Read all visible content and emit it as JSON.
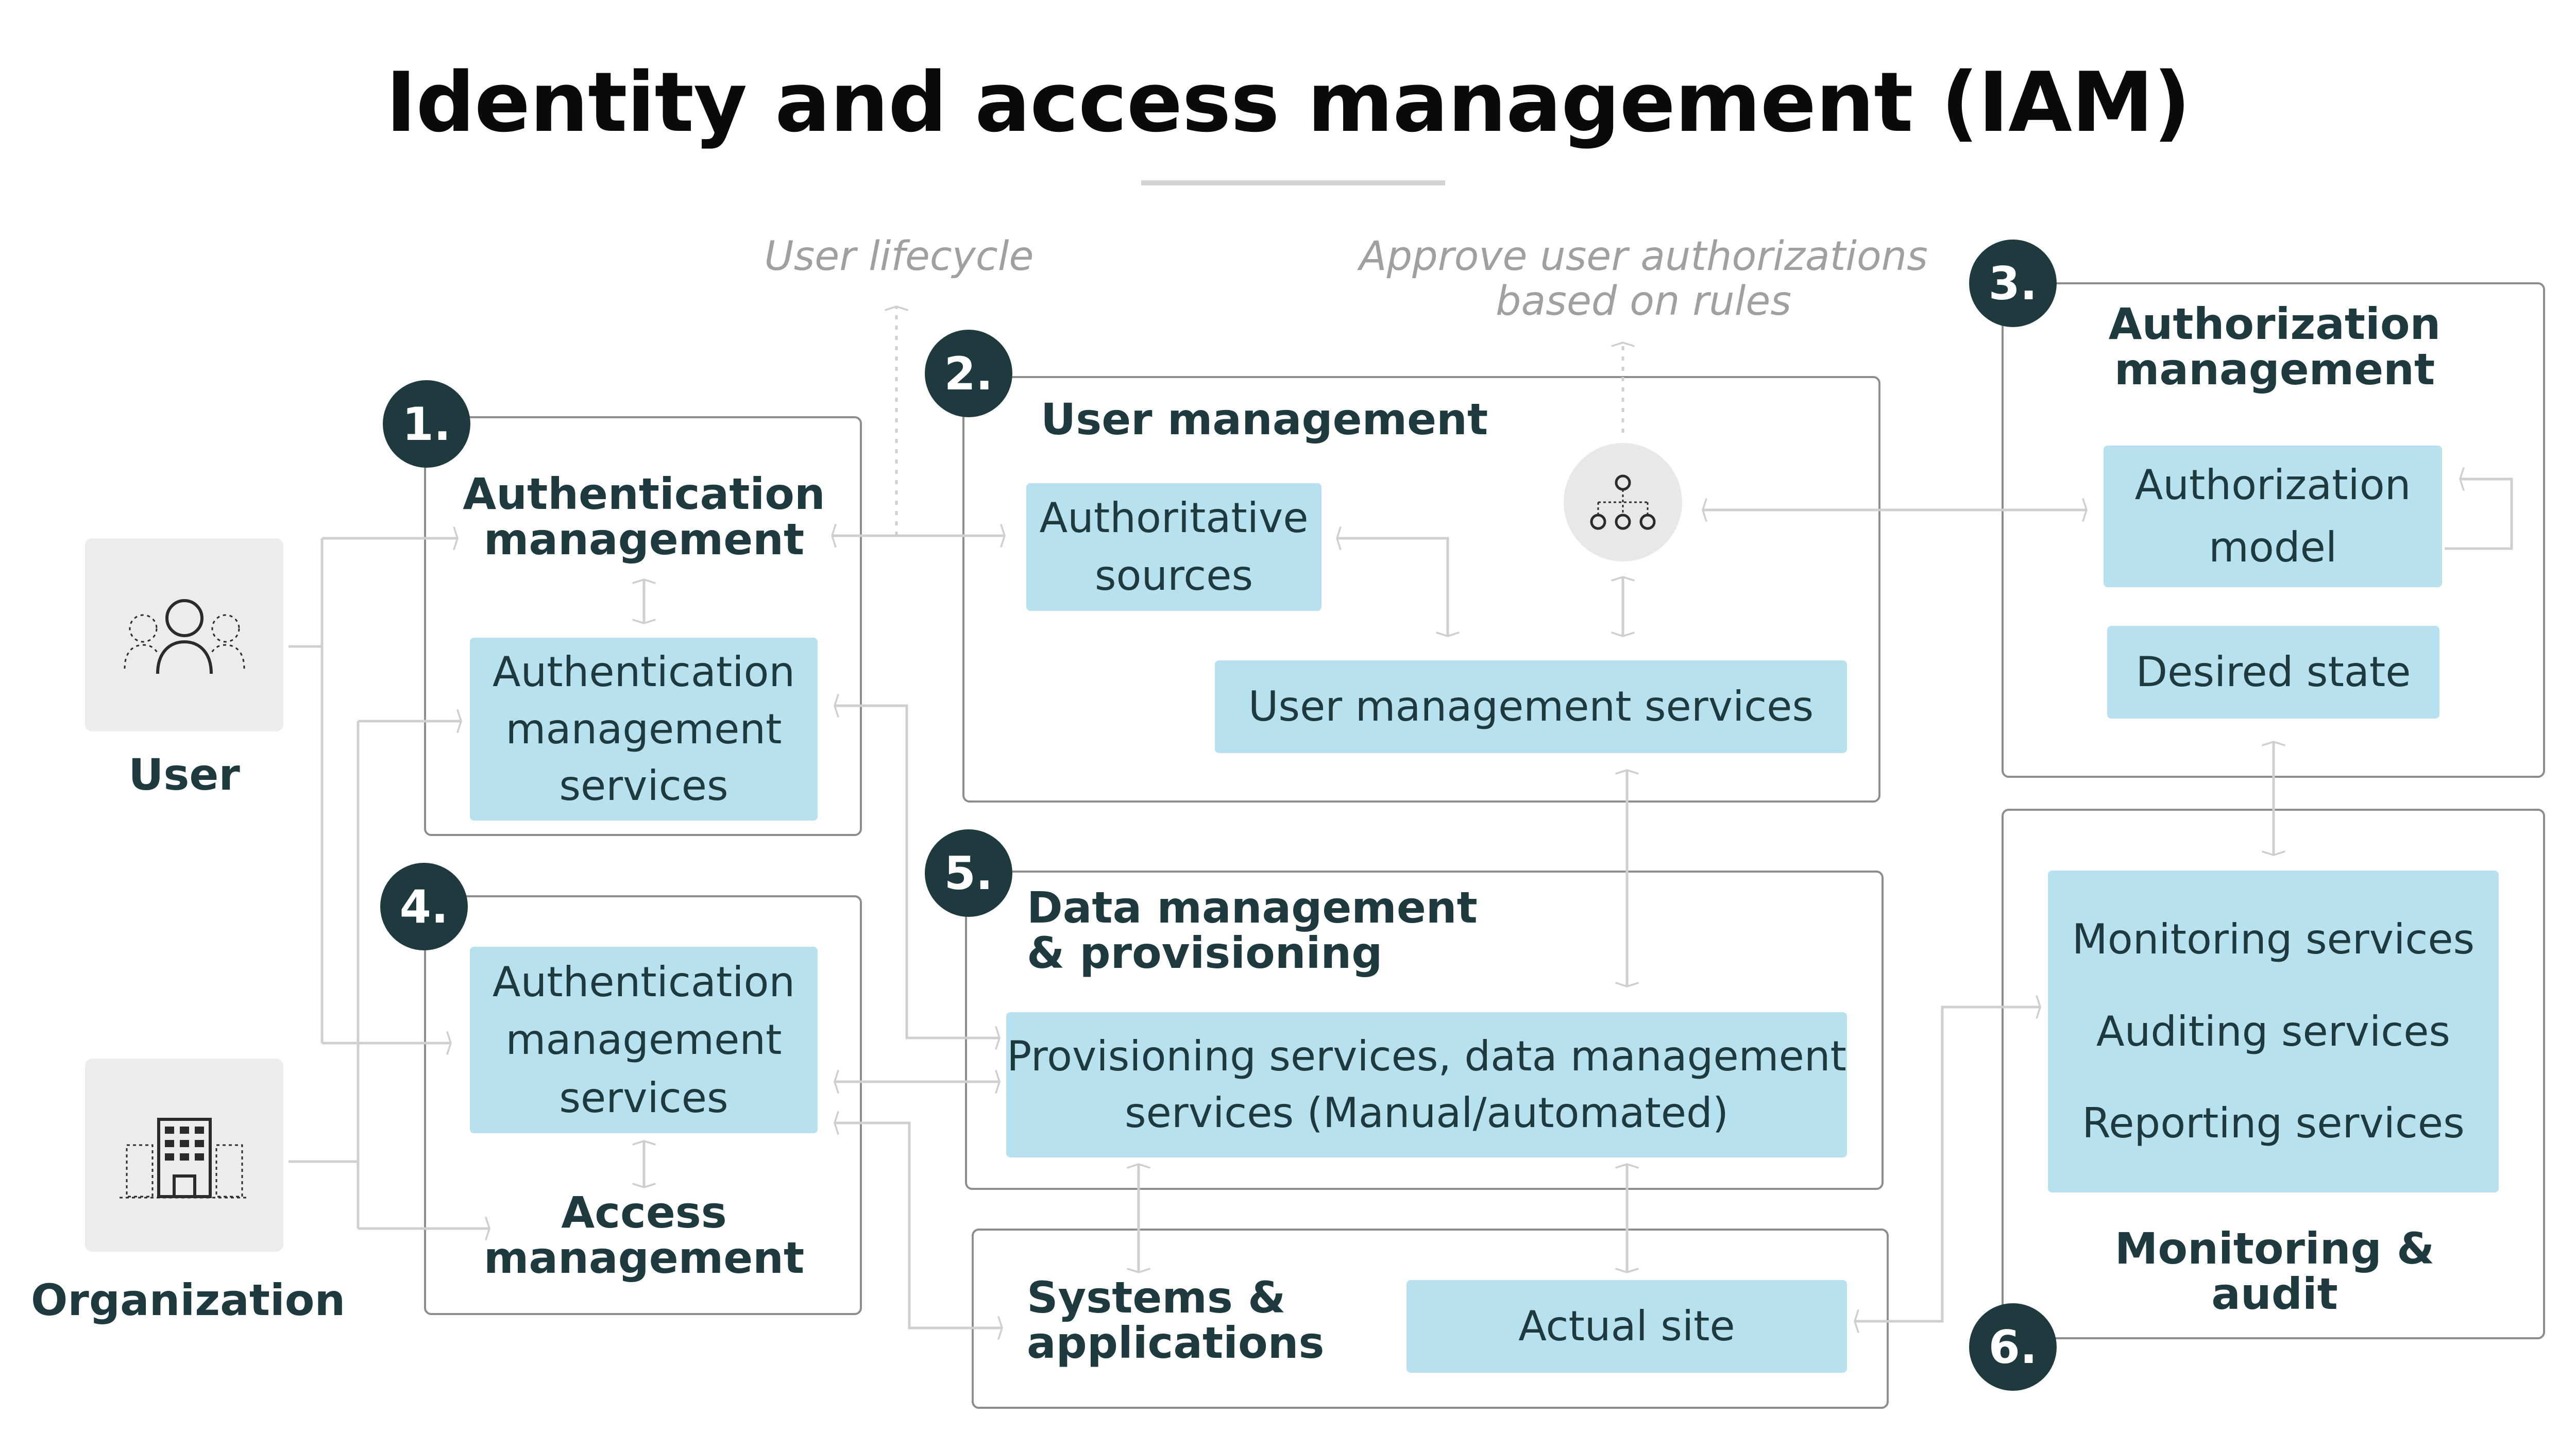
{
  "title": "Identity and access management (IAM)",
  "notes": {
    "user_lifecycle": "User lifecycle",
    "approve_line1": "Approve user authorizations",
    "approve_line2": "based on rules"
  },
  "actors": {
    "user": {
      "label": "User",
      "icon": "users-icon"
    },
    "organization": {
      "label": "Organization",
      "icon": "building-icon"
    }
  },
  "sections": {
    "authentication": {
      "number": "1.",
      "heading_line1": "Authentication",
      "heading_line2": "management",
      "services": [
        "Authentication",
        "management",
        "services"
      ]
    },
    "user_management": {
      "number": "2.",
      "heading": "User management",
      "authoritative_sources": [
        "Authoritative",
        "sources"
      ],
      "services": "User management services",
      "hub_icon": "hierarchy-icon"
    },
    "authorization": {
      "number": "3.",
      "heading_line1": "Authorization",
      "heading_line2": "management",
      "model": [
        "Authorization",
        "model"
      ],
      "desired_state": "Desired state"
    },
    "access": {
      "number": "4.",
      "services": [
        "Authentication",
        "management",
        "services"
      ],
      "heading_line1": "Access",
      "heading_line2": "management"
    },
    "data": {
      "number": "5.",
      "heading_line1": "Data management",
      "heading_line2": "& provisioning",
      "provisioning": [
        "Provisioning services, data management",
        "services (Manual/automated)"
      ]
    },
    "systems": {
      "heading_line1": "Systems &",
      "heading_line2": "applications",
      "actual_site": "Actual site"
    },
    "monitoring": {
      "number": "6.",
      "services": [
        "Monitoring services",
        "Auditing services",
        "Reporting services"
      ],
      "heading_line1": "Monitoring &",
      "heading_line2": "audit"
    }
  },
  "colors": {
    "dark": "#1f3a3f",
    "service_box": "#b7e1ee",
    "frame": "#8d8d8d",
    "connector": "#cfcfcf",
    "note": "#a0a0a0",
    "tile": "#ececec"
  }
}
